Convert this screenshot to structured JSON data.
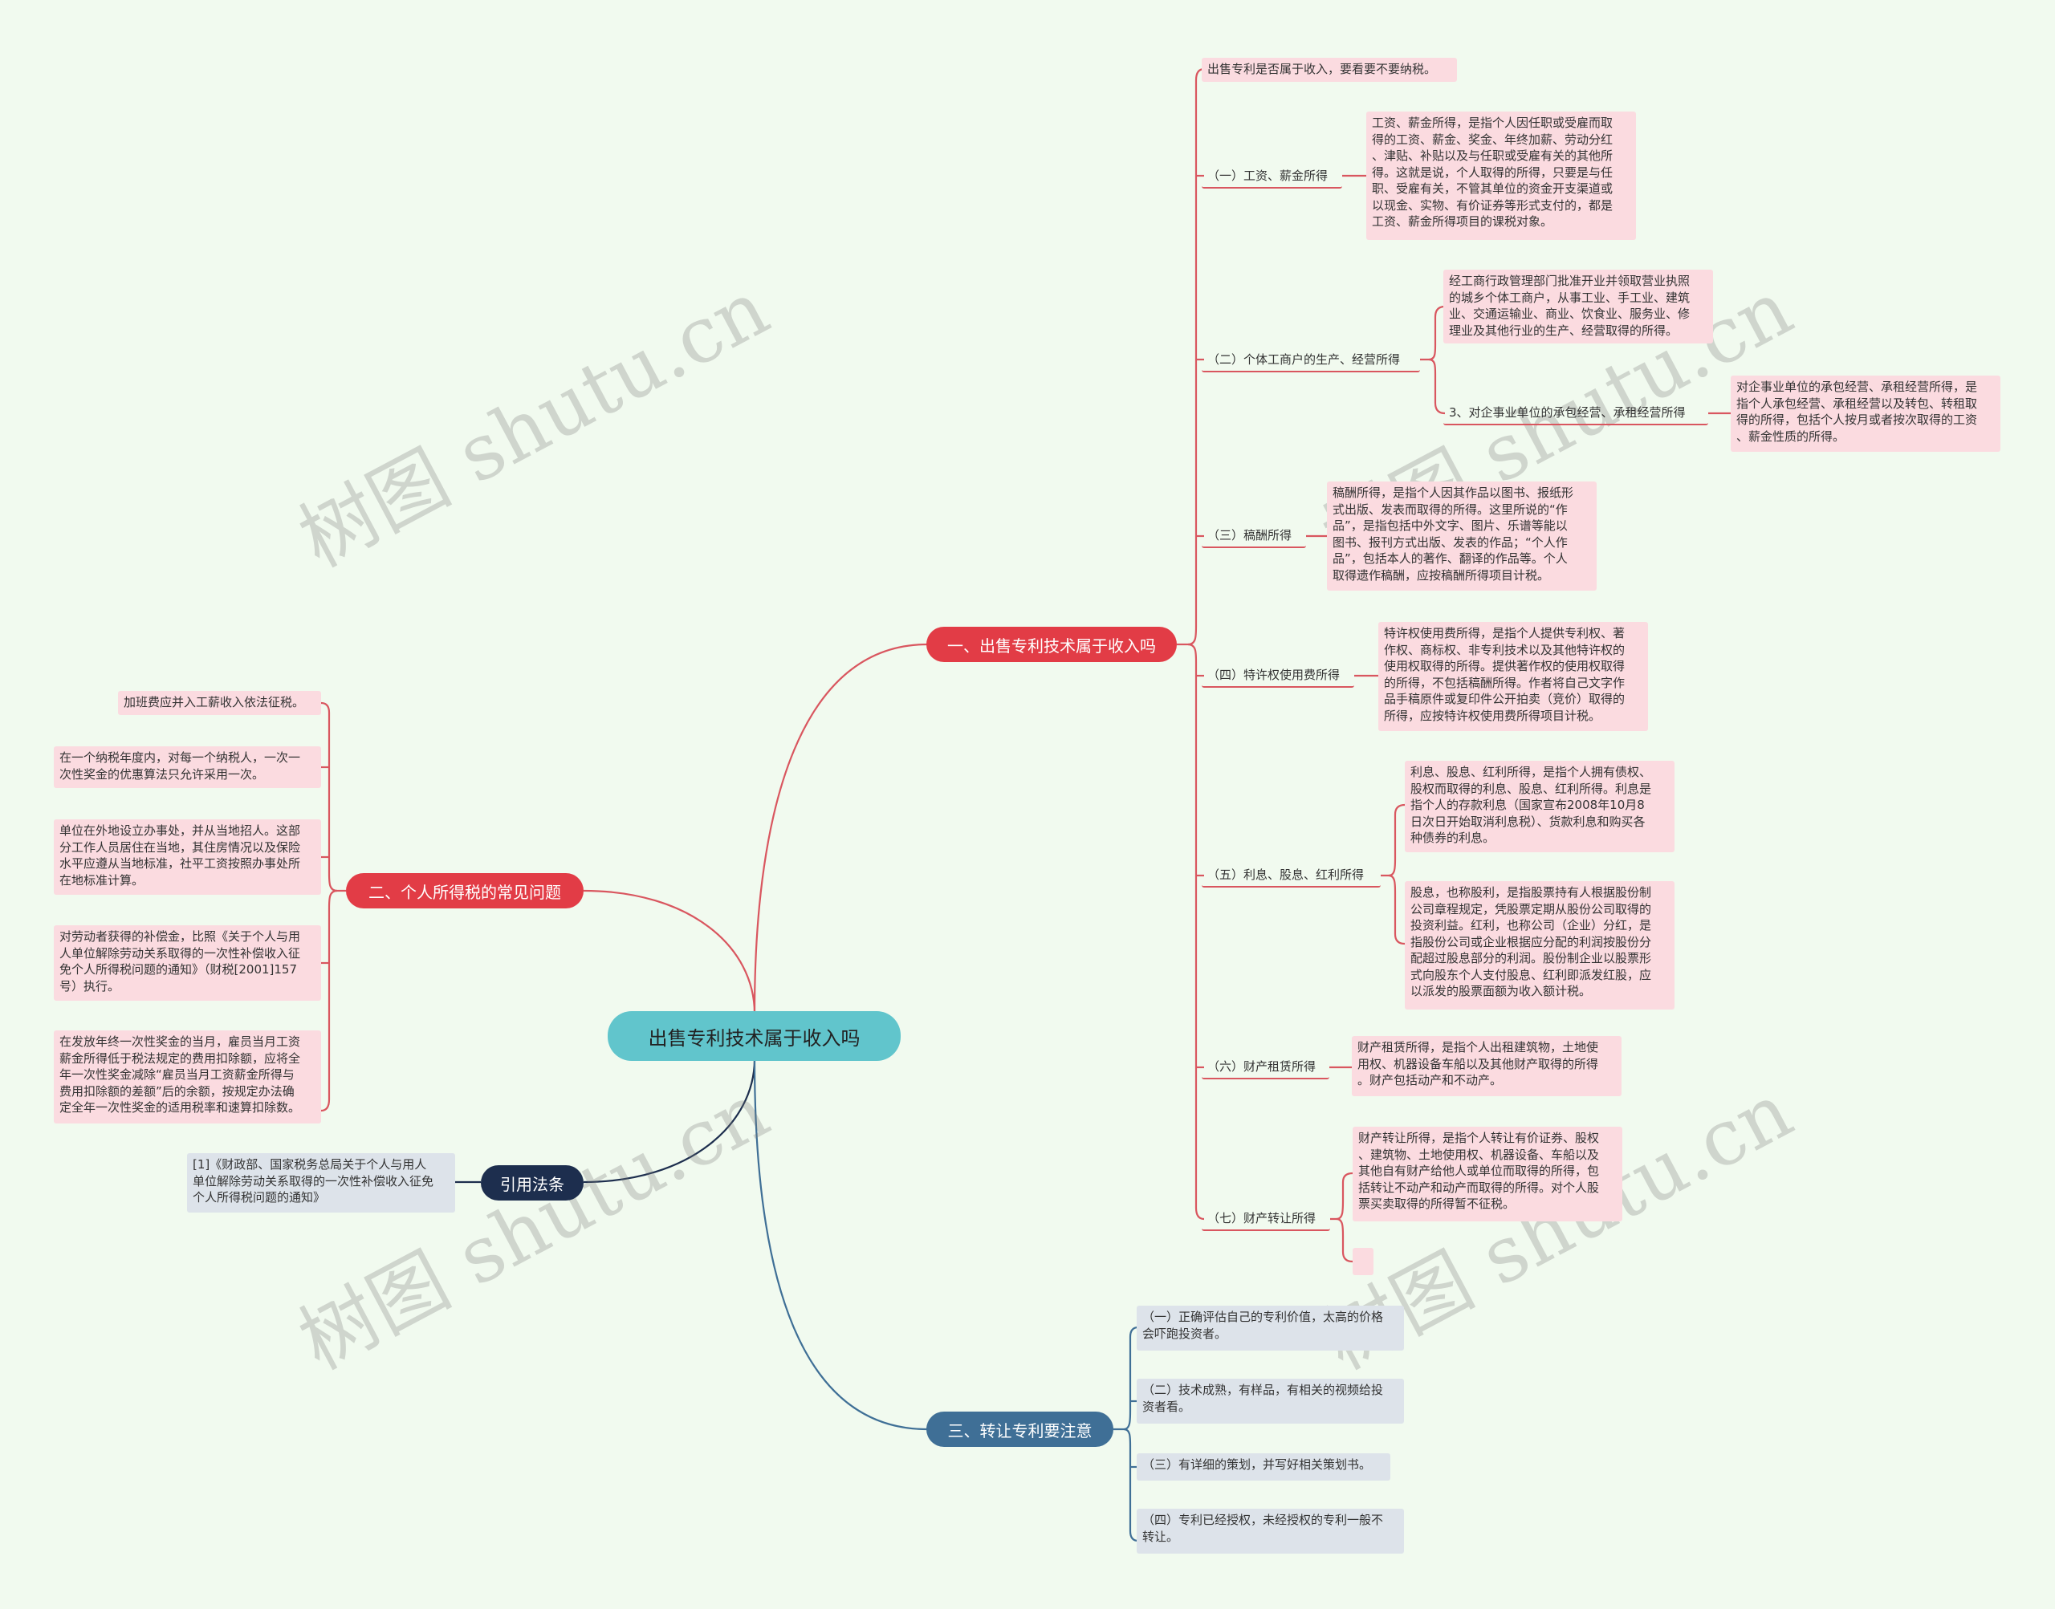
{
  "root": {
    "label": "出售专利技术属于收入吗"
  },
  "branches": {
    "b1": {
      "label": "一、出售专利技术属于收入吗",
      "items": {
        "intro": "出售专利是否属于收入，要看要不要纳税。",
        "c1": {
          "label": "（一）工资、薪金所得",
          "detail": "工资、薪金所得，是指个人因任职或受雇而取\n得的工资、薪金、奖金、年终加薪、劳动分红\n、津贴、补贴以及与任职或受雇有关的其他所\n得。这就是说，个人取得的所得，只要是与任\n职、受雇有关，不管其单位的资金开支渠道或\n以现金、实物、有价证券等形式支付的，都是\n工资、薪金所得项目的课税对象。"
        },
        "c2": {
          "label": "（二）个体工商户的生产、经营所得",
          "detail1": "经工商行政管理部门批准开业并领取营业执照\n的城乡个体工商户，从事工业、手工业、建筑\n业、交通运输业、商业、饮食业、服务业、修\n理业及其他行业的生产、经营取得的所得。",
          "sub": "3、对企事业单位的承包经营、承租经营所得",
          "subdetail": "对企事业单位的承包经营、承租经营所得，是\n指个人承包经营、承租经营以及转包、转租取\n得的所得，包括个人按月或者按次取得的工资\n、薪金性质的所得。"
        },
        "c3": {
          "label": "（三）稿酬所得",
          "detail": "稿酬所得，是指个人因其作品以图书、报纸形\n式出版、发表而取得的所得。这里所说的“作\n品”，是指包括中外文字、图片、乐谱等能以\n图书、报刊方式出版、发表的作品；“个人作\n品”，包括本人的著作、翻译的作品等。个人\n取得遗作稿酬，应按稿酬所得项目计税。"
        },
        "c4": {
          "label": "（四）特许权使用费所得",
          "detail": "特许权使用费所得，是指个人提供专利权、著\n作权、商标权、非专利技术以及其他特许权的\n使用权取得的所得。提供著作权的使用权取得\n的所得，不包括稿酬所得。作者将自己文字作\n品手稿原件或复印件公开拍卖（竞价）取得的\n所得，应按特许权使用费所得项目计税。"
        },
        "c5": {
          "label": "（五）利息、股息、红利所得",
          "detail1": "利息、股息、红利所得，是指个人拥有债权、\n股权而取得的利息、股息、红利所得。利息是\n指个人的存款利息（国家宣布2008年10月8\n日次日开始取消利息税）、货款利息和购买各\n种债券的利息。",
          "detail2": "股息，也称股利，是指股票持有人根据股份制\n公司章程规定，凭股票定期从股份公司取得的\n投资利益。红利，也称公司（企业）分红，是\n指股份公司或企业根据应分配的利润按股份分\n配超过股息部分的利润。股份制企业以股票形\n式向股东个人支付股息、红利即派发红股，应\n以派发的股票面额为收入额计税。"
        },
        "c6": {
          "label": "（六）财产租赁所得",
          "detail": "财产租赁所得，是指个人出租建筑物，土地使\n用权、机器设备车船以及其他财产取得的所得\n。财产包括动产和不动产。"
        },
        "c7": {
          "label": "（七）财产转让所得",
          "detail": "财产转让所得，是指个人转让有价证券、股权\n、建筑物、土地使用权、机器设备、车船以及\n其他自有财产给他人或单位而取得的所得，包\n括转让不动产和动产而取得的所得。对个人股\n票买卖取得的所得暂不征税。"
        }
      }
    },
    "b2": {
      "label": "二、个人所得税的常见问题",
      "items": [
        "加班费应并入工薪收入依法征税。",
        "在一个纳税年度内，对每一个纳税人，一次一\n次性奖金的优惠算法只允许采用一次。",
        "单位在外地设立办事处，并从当地招人。这部\n分工作人员居住在当地，其住房情况以及保险\n水平应遵从当地标准，社平工资按照办事处所\n在地标准计算。",
        "对劳动者获得的补偿金，比照《关于个人与用\n人单位解除劳动关系取得的一次性补偿收入征\n免个人所得税问题的通知》（财税[2001]157\n号）执行。",
        "在发放年终一次性奖金的当月，雇员当月工资\n薪金所得低于税法规定的费用扣除额，应将全\n年一次性奖金减除“雇员当月工资薪金所得与\n费用扣除额的差额”后的余额，按规定办法确\n定全年一次性奖金的适用税率和速算扣除数。"
      ]
    },
    "b3": {
      "label": "引用法条",
      "items": [
        "[1]《财政部、国家税务总局关于个人与用人\n单位解除劳动关系取得的一次性补偿收入征免\n个人所得税问题的通知》"
      ]
    },
    "b4": {
      "label": "三、转让专利要注意",
      "items": [
        "（一）正确评估自己的专利价值，太高的价格\n会吓跑投资者。",
        "（二）技术成熟，有样品，有相关的视频给投\n资者看。",
        "（三）有详细的策划，并写好相关策划书。",
        "（四）专利已经授权，未经授权的专利一般不\n转让。"
      ]
    }
  },
  "watermark": "树图 shutu.cn",
  "colors": {
    "red": "#e23c46",
    "navy": "#1d2e4e",
    "steel": "#3f6f96",
    "teal": "#61c5cc",
    "pink": "#fbdbe0",
    "grey": "#dde3ea",
    "background": "#f1faef"
  }
}
